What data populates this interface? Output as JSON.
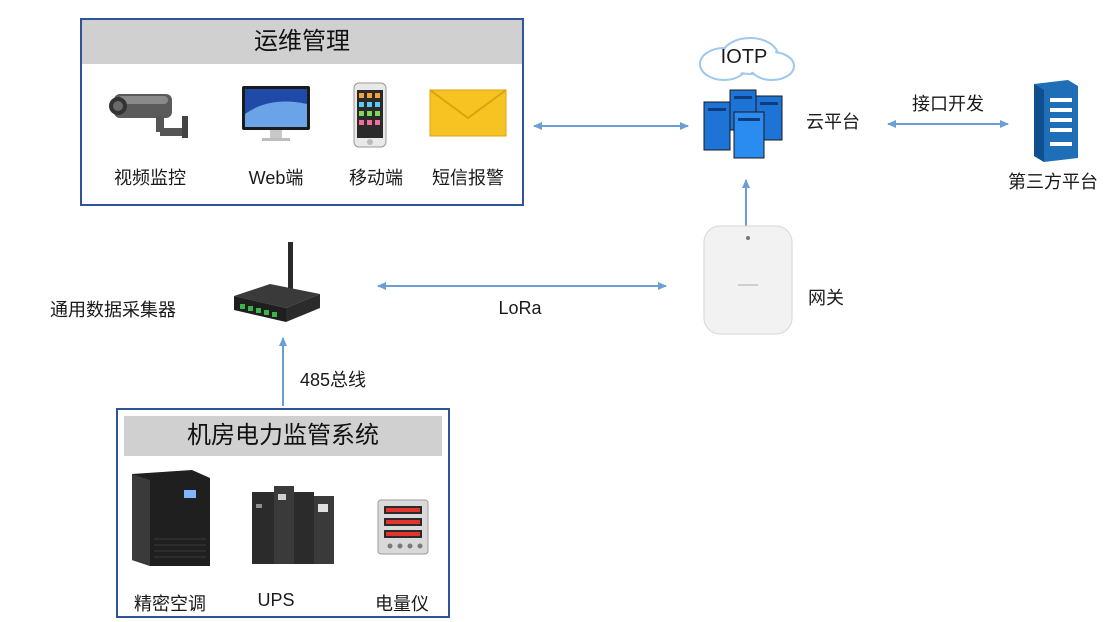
{
  "ops_panel": {
    "title": "运维管理",
    "items": [
      {
        "label": "视频监控",
        "icon": "camera-icon"
      },
      {
        "label": "Web端",
        "icon": "monitor-icon"
      },
      {
        "label": "移动端",
        "icon": "phone-icon"
      },
      {
        "label": "短信报警",
        "icon": "envelope-icon"
      }
    ]
  },
  "cloud": {
    "badge": "IOTP",
    "label": "云平台"
  },
  "api_link": {
    "label": "接口开发"
  },
  "third_party": {
    "label": "第三方平台"
  },
  "gateway": {
    "label": "网关"
  },
  "collector": {
    "label": "通用数据采集器"
  },
  "lora_link": {
    "label": "LoRa"
  },
  "bus_link": {
    "label": "485总线"
  },
  "room_panel": {
    "title": "机房电力监管系统",
    "items": [
      {
        "label": "精密空调",
        "icon": "precision-ac-icon"
      },
      {
        "label": "UPS",
        "icon": "ups-icon"
      },
      {
        "label": "电量仪",
        "icon": "power-meter-icon"
      }
    ]
  },
  "colors": {
    "border": "#2f5597",
    "arrow": "#6a9fd4",
    "title_bar": "#d0d0d0"
  }
}
